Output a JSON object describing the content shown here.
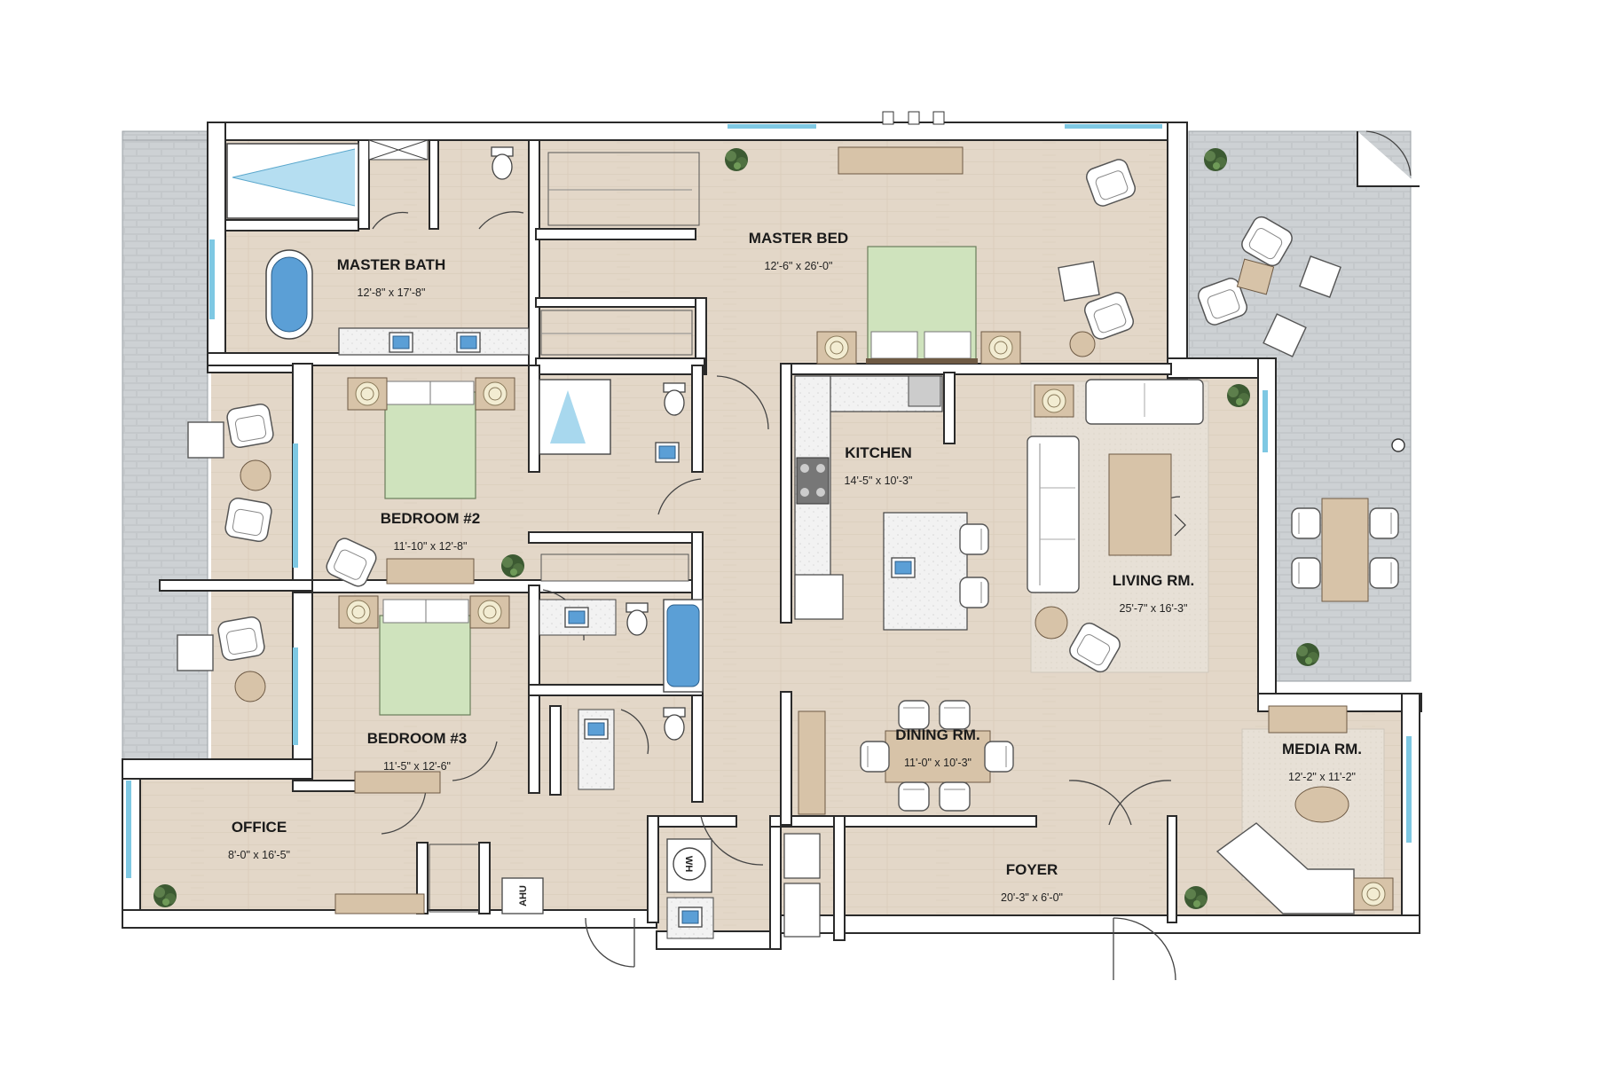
{
  "rooms": [
    {
      "key": "master_bath",
      "name": "MASTER BATH",
      "dims": "12'-8\" x 17'-8\""
    },
    {
      "key": "master_bed",
      "name": "MASTER BED",
      "dims": "12'-6\" x 26'-0\""
    },
    {
      "key": "kitchen",
      "name": "KITCHEN",
      "dims": "14'-5\" x 10'-3\""
    },
    {
      "key": "bedroom2",
      "name": "BEDROOM #2",
      "dims": "11'-10\" x 12'-8\""
    },
    {
      "key": "living",
      "name": "LIVING RM.",
      "dims": "25'-7\" x 16'-3\""
    },
    {
      "key": "bedroom3",
      "name": "BEDROOM #3",
      "dims": "11'-5\" x 12'-6\""
    },
    {
      "key": "dining",
      "name": "DINING RM.",
      "dims": "11'-0\" x 10'-3\""
    },
    {
      "key": "media",
      "name": "MEDIA RM.",
      "dims": "12'-2\" x 11'-2\""
    },
    {
      "key": "office",
      "name": "OFFICE",
      "dims": "8'-0\" x 16'-5\""
    },
    {
      "key": "foyer",
      "name": "FOYER",
      "dims": "20'-3\" x 6'-0\""
    }
  ],
  "fixtures": {
    "water_heater": "WH",
    "air_handler": "AHU"
  },
  "colors": {
    "floor": "#e3d7c8",
    "deck": "#c4c8cb",
    "bed_sheet": "#cfe3bd",
    "glass": "#7ec8e3",
    "wall": "#ffffff"
  }
}
